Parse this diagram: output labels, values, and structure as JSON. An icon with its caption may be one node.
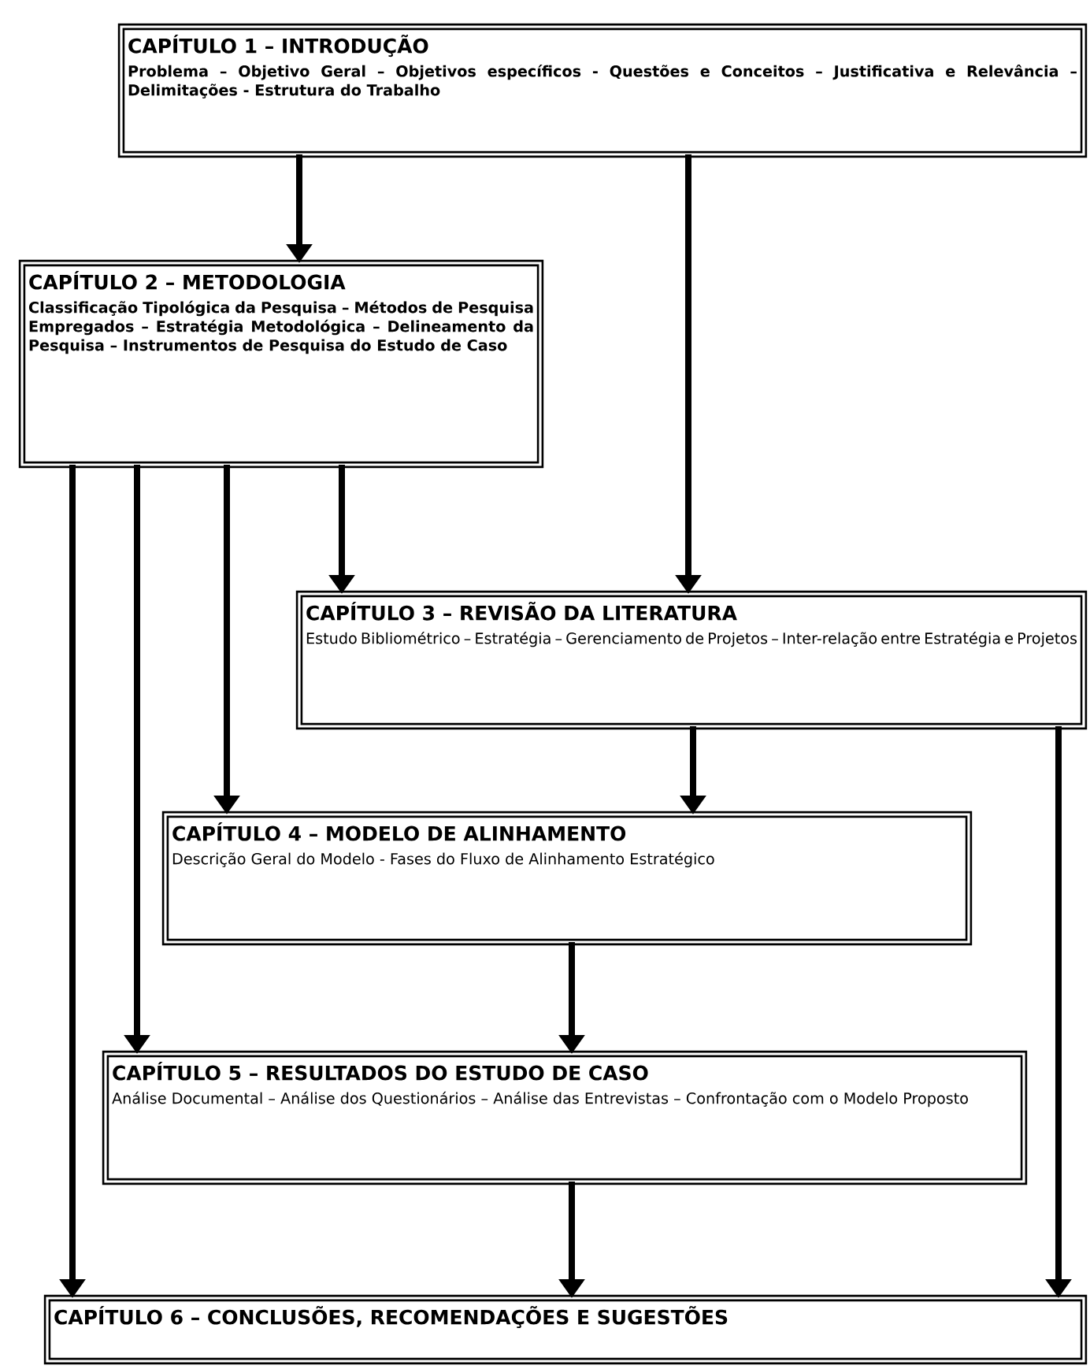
{
  "diagram": {
    "nodes": [
      {
        "text": [
          "CAPÍTULO 1 – INTRODUÇÃO",
          "Problema – Objetivo Geral – Objetivos específicos - Questões e Conceitos – Justificativa e Relevância – Delimitações - Estrutura do Trabalho"
        ]
      },
      {
        "text": [
          "CAPÍTULO 2 – METODOLOGIA",
          "Classificação Tipológica da Pesquisa – Métodos de Pesquisa Empregados – Estratégia Metodológica – Delineamento da Pesquisa – Instrumentos de Pesquisa do Estudo de Caso"
        ]
      },
      {
        "text": [
          "CAPÍTULO 3 – REVISÃO DA LITERATURA",
          "Estudo Bibliométrico – Estratégia – Gerenciamento de Projetos – Inter-relação entre Estratégia e Projetos"
        ]
      },
      {
        "text": [
          "CAPÍTULO 4 – MODELO DE ALINHAMENTO",
          "Descrição Geral do Modelo - Fases do Fluxo de Alinhamento Estratégico"
        ]
      },
      {
        "text": [
          "CAPÍTULO 5 – RESULTADOS DO ESTUDO DE CASO",
          "Análise Documental – Análise dos Questionários – Análise das Entrevistas – Confrontação com o Modelo Proposto"
        ]
      },
      {
        "text": [
          "CAPÍTULO 6 – CONCLUSÕES, RECOMENDAÇÕES E SUGESTÕES"
        ]
      }
    ],
    "edges": [
      {
        "from": 0,
        "to": 1,
        "arrow": "to"
      },
      {
        "from": 0,
        "to": 2,
        "arrow": "to"
      },
      {
        "from": 1,
        "to": 5,
        "arrow": "to"
      },
      {
        "from": 1,
        "to": 4,
        "arrow": "to"
      },
      {
        "from": 1,
        "to": 3,
        "arrow": "to"
      },
      {
        "from": 1,
        "to": 2,
        "arrow": "to"
      },
      {
        "from": 2,
        "to": 3,
        "arrow": "to"
      },
      {
        "from": 2,
        "to": 5,
        "arrow": "to"
      },
      {
        "from": 3,
        "to": 4,
        "arrow": "to"
      },
      {
        "from": 4,
        "to": 5,
        "arrow": "to"
      }
    ]
  }
}
